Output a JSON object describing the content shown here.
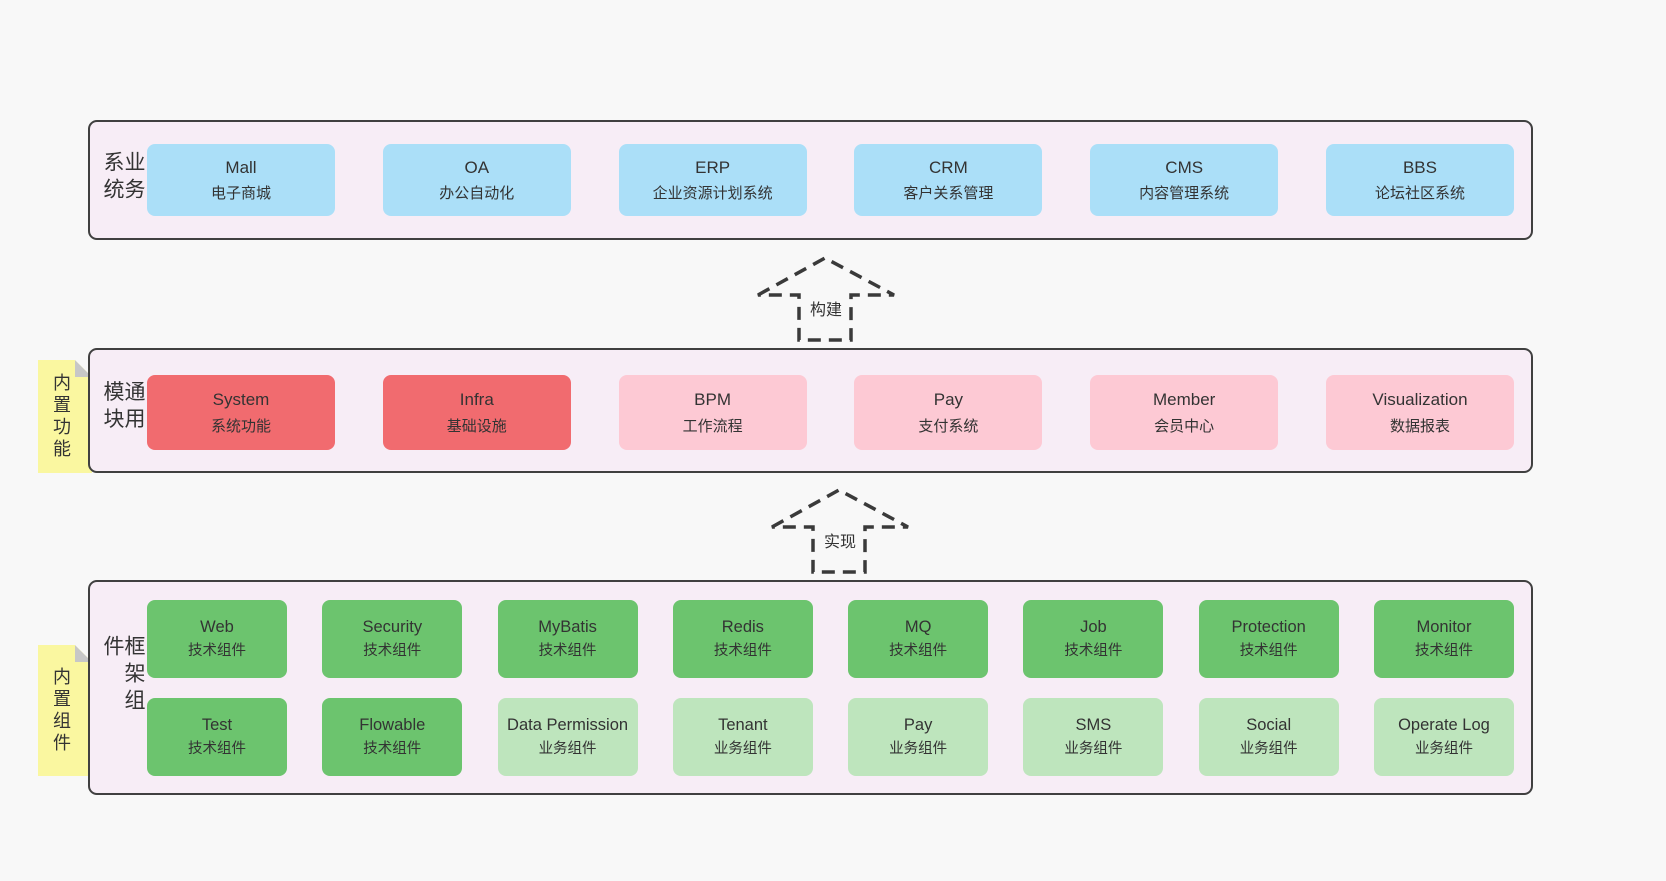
{
  "colors": {
    "page_bg": "#f8f8f8",
    "panel_bg": "#f7edf6",
    "panel_border": "#404040",
    "box_blue": "#abdff8",
    "box_red": "#f16b6f",
    "box_pink": "#fdc9d4",
    "box_green_dark": "#6cc46e",
    "box_green_light": "#bee5bd",
    "note_yellow": "#faf7a0",
    "note_fold_gray": "#c7c7c7",
    "text": "#333333"
  },
  "arrows": [
    {
      "label": "构建"
    },
    {
      "label": "实现"
    }
  ],
  "layers": {
    "business": {
      "label": "业务系统",
      "boxes": [
        {
          "name": "Mall",
          "desc": "电子商城",
          "variant": "blue"
        },
        {
          "name": "OA",
          "desc": "办公自动化",
          "variant": "blue"
        },
        {
          "name": "ERP",
          "desc": "企业资源计划系统",
          "variant": "blue"
        },
        {
          "name": "CRM",
          "desc": "客户关系管理",
          "variant": "blue"
        },
        {
          "name": "CMS",
          "desc": "内容管理系统",
          "variant": "blue"
        },
        {
          "name": "BBS",
          "desc": "论坛社区系统",
          "variant": "blue"
        }
      ]
    },
    "modules": {
      "label": "通用模块",
      "note": "内置功能",
      "boxes": [
        {
          "name": "System",
          "desc": "系统功能",
          "variant": "red"
        },
        {
          "name": "Infra",
          "desc": "基础设施",
          "variant": "red"
        },
        {
          "name": "BPM",
          "desc": "工作流程",
          "variant": "pink"
        },
        {
          "name": "Pay",
          "desc": "支付系统",
          "variant": "pink"
        },
        {
          "name": "Member",
          "desc": "会员中心",
          "variant": "pink"
        },
        {
          "name": "Visualization",
          "desc": "数据报表",
          "variant": "pink"
        }
      ]
    },
    "framework": {
      "label": "框架组件",
      "note": "内置组件",
      "row1": [
        {
          "name": "Web",
          "desc": "技术组件",
          "variant": "green-dark"
        },
        {
          "name": "Security",
          "desc": "技术组件",
          "variant": "green-dark"
        },
        {
          "name": "MyBatis",
          "desc": "技术组件",
          "variant": "green-dark"
        },
        {
          "name": "Redis",
          "desc": "技术组件",
          "variant": "green-dark"
        },
        {
          "name": "MQ",
          "desc": "技术组件",
          "variant": "green-dark"
        },
        {
          "name": "Job",
          "desc": "技术组件",
          "variant": "green-dark"
        },
        {
          "name": "Protection",
          "desc": "技术组件",
          "variant": "green-dark"
        },
        {
          "name": "Monitor",
          "desc": "技术组件",
          "variant": "green-dark"
        }
      ],
      "row2": [
        {
          "name": "Test",
          "desc": "技术组件",
          "variant": "green-dark"
        },
        {
          "name": "Flowable",
          "desc": "技术组件",
          "variant": "green-dark"
        },
        {
          "name": "Data Permission",
          "desc": "业务组件",
          "variant": "green-light"
        },
        {
          "name": "Tenant",
          "desc": "业务组件",
          "variant": "green-light"
        },
        {
          "name": "Pay",
          "desc": "业务组件",
          "variant": "green-light"
        },
        {
          "name": "SMS",
          "desc": "业务组件",
          "variant": "green-light"
        },
        {
          "name": "Social",
          "desc": "业务组件",
          "variant": "green-light"
        },
        {
          "name": "Operate Log",
          "desc": "业务组件",
          "variant": "green-light"
        }
      ]
    }
  }
}
